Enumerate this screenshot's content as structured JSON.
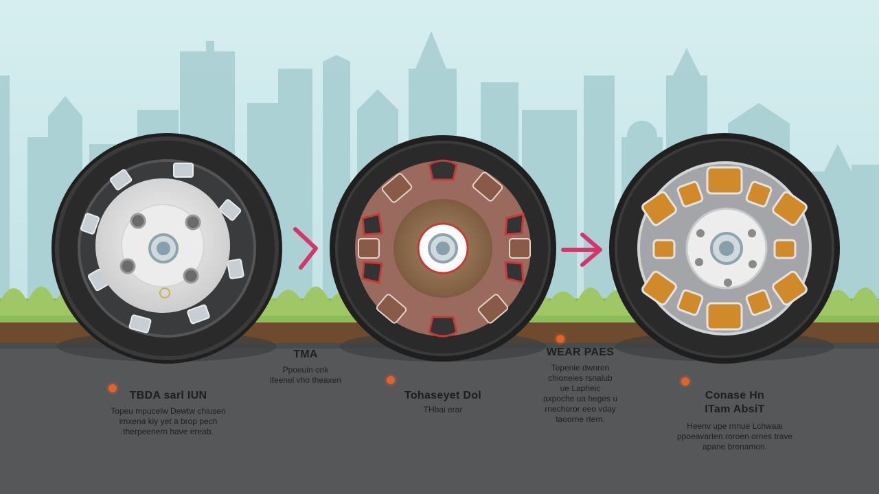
{
  "colors": {
    "sky_top": "#d6eef0",
    "sky_bottom": "#c3e3e6",
    "city": "#a9cfd3",
    "foliage": "#8fbb5a",
    "soil": "#6e4a2e",
    "road": "#555759",
    "tire": "#1f1f1f",
    "arrow": "#d8336a",
    "bullet": "#e0632b",
    "pad_worn": "#d08a2a",
    "pad_mid": "#8a5a48"
  },
  "arrows": [
    "right-arrow",
    "right-arrow"
  ],
  "labels": [
    {
      "title": "TBDA sarl IUN",
      "lines": [
        "Topeu mpucelw Dewtw chiusen",
        "imxena kiy yet a brop pech",
        "therpeenern have ereab."
      ]
    },
    {
      "title": "TMA",
      "lines": [
        "Ppoeuin onk",
        "ifeenel vho theaxen"
      ]
    },
    {
      "title": "Tohaseyet Dol",
      "lines": [
        "THbai erar"
      ]
    },
    {
      "title": "WEAR PAES",
      "lines": [
        "Tepenie dwnren",
        "chioneies rsnalub",
        "ue Lapheic",
        "axpoche ua heges u",
        "rnechoror eeo vday",
        "taoorne rtem."
      ]
    },
    {
      "title": "Conase Hn",
      "subtitle": "ITam AbsiT",
      "lines": [
        "Heenv upe rnnue Lchwaai",
        "ppoeavarten roroen ornes trave",
        "apane brenamon."
      ]
    }
  ]
}
